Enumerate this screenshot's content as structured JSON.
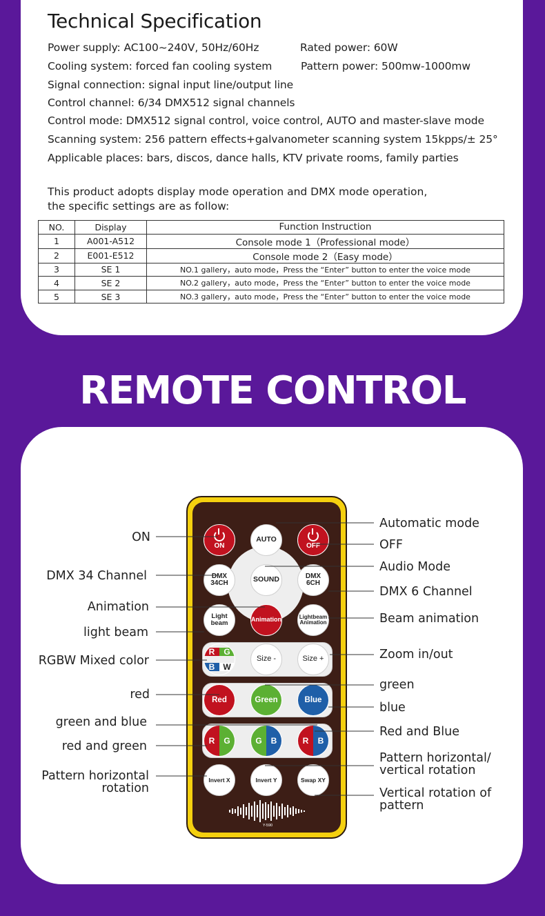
{
  "spec": {
    "title": "Technical Specification",
    "lines": [
      "Power supply: AC100~240V, 50Hz/60Hz",
      "Rated power: 60W",
      "Cooling system: forced fan cooling system",
      "Pattern power: 500mw-1000mw",
      "Signal connection: signal input line/output line",
      "Control channel: 6/34 DMX512 signal channels",
      "Control mode: DMX512 signal control, voice control, AUTO and master-slave mode",
      "Scanning system: 256 pattern effects+galvanometer scanning system 15kpps/± 25°",
      "Applicable places: bars, discos, dance halls, KTV private rooms, family parties"
    ],
    "intro_1": "This product adopts display mode operation and DMX mode operation,",
    "intro_2": "the specific settings are as follow:",
    "table": {
      "headers": [
        "NO.",
        "Display",
        "Function Instruction"
      ],
      "rows": [
        [
          "1",
          "A001-A512",
          "Console mode 1（Professional mode）"
        ],
        [
          "2",
          "E001-E512",
          "Console mode 2（Easy mode）"
        ],
        [
          "3",
          "SE 1",
          "NO.1 gallery，auto mode，Press the “Enter” button to enter the voice mode"
        ],
        [
          "4",
          "SE 2",
          "NO.2 gallery，auto mode，Press the “Enter” button to enter the voice mode"
        ],
        [
          "5",
          "SE 3",
          "NO.3 gallery，auto mode，Press the “Enter” button to enter the voice mode"
        ]
      ]
    }
  },
  "remote": {
    "heading": "REMOTE CONTROL",
    "buttons": {
      "on": "ON",
      "auto": "AUTO",
      "off": "OFF",
      "dmx34_1": "DMX",
      "dmx34_2": "34CH",
      "sound": "SOUND",
      "dmx6_1": "DMX",
      "dmx6_2": "6CH",
      "light_beam_1": "Light",
      "light_beam_2": "beam",
      "animation": "Animation",
      "beam_anim_1": "Lightbeam",
      "beam_anim_2": "Animation",
      "rgbw": [
        "R",
        "G",
        "B",
        "W"
      ],
      "size_minus": "Size -",
      "size_plus": "Size +",
      "red": "Red",
      "green": "Green",
      "blue": "Blue",
      "rg": [
        "R",
        "G"
      ],
      "gb": [
        "G",
        "B"
      ],
      "rb": [
        "R",
        "B"
      ],
      "invert_x": "Invert X",
      "invert_y": "Invert Y",
      "swap_xy": "Swap XY",
      "model": "Y-590"
    },
    "labels_left": {
      "on": "ON",
      "dmx34": "DMX 34 Channel",
      "animation": "Animation",
      "light_beam": "light beam",
      "rgbw": "RGBW Mixed color",
      "red": "red",
      "green_blue": "green and blue",
      "red_green": "red and green",
      "pattern_h_1": "Pattern horizontal",
      "pattern_h_2": "rotation"
    },
    "labels_right": {
      "auto": "Automatic mode",
      "off": "OFF",
      "audio": "Audio Mode",
      "dmx6": "DMX 6 Channel",
      "beam_anim": "Beam animation",
      "zoom": "Zoom in/out",
      "green": "green",
      "blue": "blue",
      "red_blue": "Red and Blue",
      "pattern_hv_1": "Pattern horizontal/",
      "pattern_hv_2": "vertical rotation",
      "vertical_1": "Vertical rotation of",
      "vertical_2": "pattern"
    }
  },
  "colors": {
    "background": "#5a189a",
    "remote_frame": "#f5d00f",
    "remote_body": "#3d1e16",
    "red": "#c1121f",
    "green": "#5cb033",
    "blue": "#1f5fa8"
  }
}
